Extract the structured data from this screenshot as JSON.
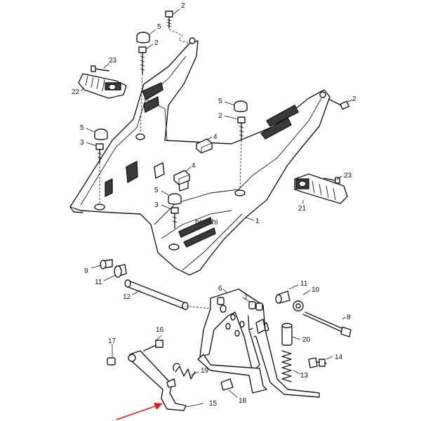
{
  "watermark": "hirochi",
  "colors": {
    "line": "#1a1a1a",
    "arrow": "#d42020",
    "background": "#ffffff"
  },
  "callouts": {
    "c1": "1",
    "c2a": "2",
    "c2b": "2",
    "c2c": "2",
    "c2d": "2",
    "c3a": "3",
    "c3b": "3",
    "c4a": "4",
    "c4b": "4",
    "c5a": "5",
    "c5b": "5",
    "c5c": "5",
    "c5d": "5",
    "c6": "6",
    "c7": "7",
    "c8": "8",
    "c9": "9",
    "c10": "10",
    "c11a": "11",
    "c11b": "11",
    "c12": "12",
    "c13": "13",
    "c14": "14",
    "c15": "15",
    "c16": "16",
    "c17": "17",
    "c18": "18",
    "c19": "19",
    "c20": "20",
    "c21": "21",
    "c22": "22",
    "c23a": "23",
    "c23b": "23"
  }
}
